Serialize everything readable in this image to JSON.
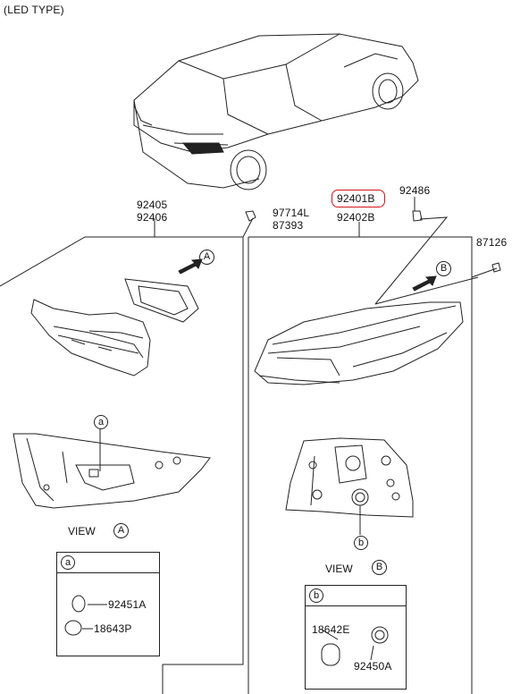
{
  "header": {
    "type_label": "(LED TYPE)"
  },
  "parts": {
    "left_tail_lamp": [
      "92405",
      "92406"
    ],
    "right_tail_lamp": [
      "92401B",
      "92402B"
    ],
    "nut_left": [
      "97714L",
      "87393"
    ],
    "grommet": "92486",
    "screw": "87126"
  },
  "arrows": {
    "a": "A",
    "b": "B"
  },
  "views": {
    "view_a": {
      "label": "VIEW",
      "marker": "A"
    },
    "view_b": {
      "label": "VIEW",
      "marker": "B"
    }
  },
  "callouts": {
    "a": "a",
    "b": "b"
  },
  "legend_a": {
    "marker": "a",
    "items": [
      "92451A",
      "18643P"
    ]
  },
  "legend_b": {
    "marker": "b",
    "items": [
      "18642E",
      "92450A"
    ]
  },
  "colors": {
    "highlight": "#d0161b",
    "line": "#222222"
  }
}
